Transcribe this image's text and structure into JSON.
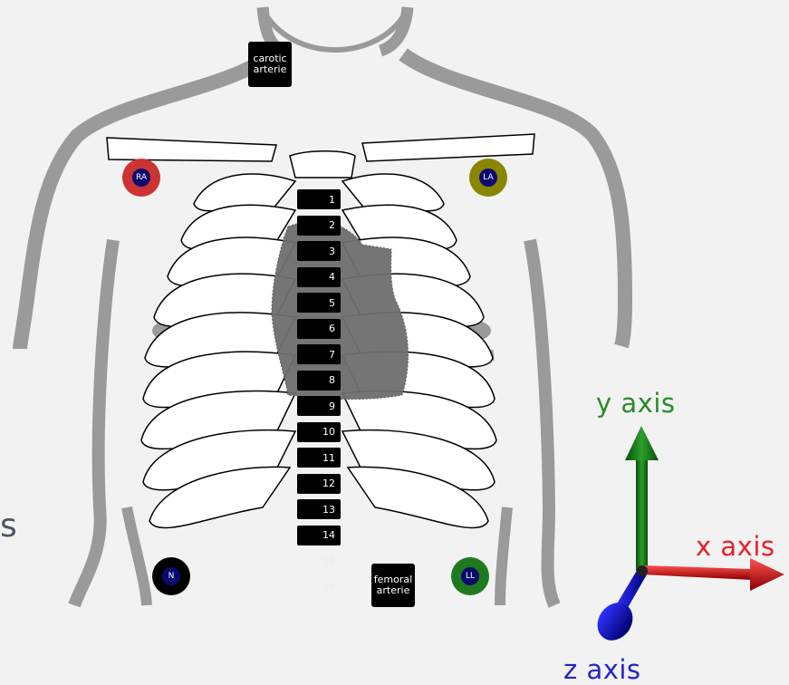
{
  "labels": {
    "carotid": "carotic\narterie",
    "femoral": "femoral\narterie",
    "side_letter": "s"
  },
  "segments": [
    "1",
    "2",
    "3",
    "4",
    "5",
    "6",
    "7",
    "8",
    "9",
    "10",
    "11",
    "12",
    "13",
    "14",
    "15",
    "16"
  ],
  "electrodes": {
    "ra": {
      "label": "RA",
      "ring_color": "#cc3333"
    },
    "la": {
      "label": "LA",
      "ring_color": "#8a8600"
    },
    "n": {
      "label": "N",
      "ring_color": "#000000"
    },
    "ll": {
      "label": "LL",
      "ring_color": "#1f7a1f"
    }
  },
  "axes": {
    "x": {
      "label": "x axis",
      "color": "#e8202a"
    },
    "y": {
      "label": "y axis",
      "color": "#2a8a2a"
    },
    "z": {
      "label": "z axis",
      "color": "#2424c8"
    }
  }
}
